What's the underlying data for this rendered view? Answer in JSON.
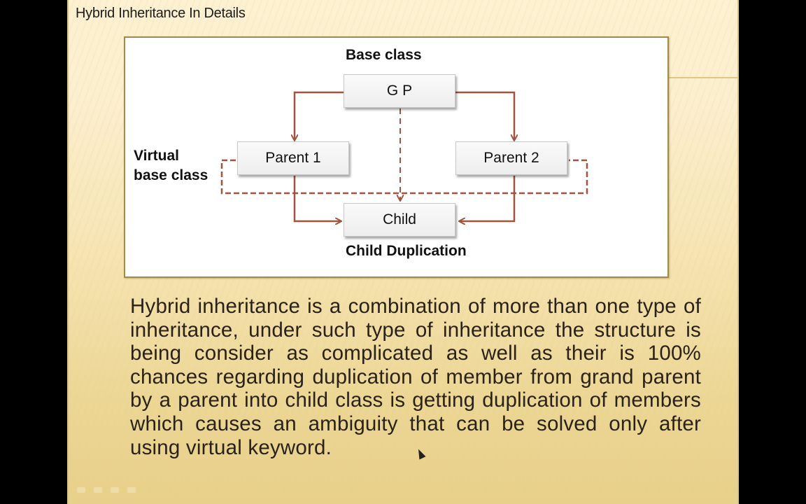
{
  "slide": {
    "title": "Hybrid Inheritance In Details",
    "diagram": {
      "label_base_class": "Base class",
      "label_virtual_base_line1": "Virtual",
      "label_virtual_base_line2": "base class",
      "label_child_duplication": "Child Duplication",
      "nodes": {
        "gp": "G P",
        "parent1": "Parent 1",
        "parent2": "Parent 2",
        "child": "Child"
      },
      "colors": {
        "arrow": "#a0533f",
        "dashed": "#a0533f",
        "frame_border": "#a48a4a"
      }
    },
    "paragraph": "Hybrid inheritance is a combination of more than one type of inheritance, under such type of inheritance the structure is being consider as complicated as well as their is 100% chances regarding duplication of member from grand parent  by a parent into child class is getting duplication of members which causes an ambiguity that can be solved only after using virtual keyword.",
    "icons": {
      "cursor": "mouse-pointer-icon"
    }
  }
}
